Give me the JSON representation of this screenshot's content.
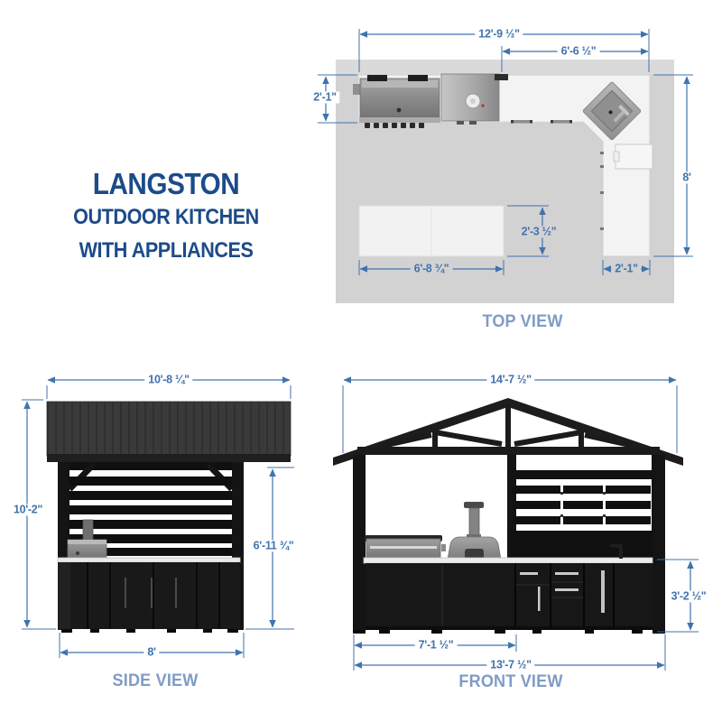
{
  "title": {
    "line1": "LANGSTON",
    "line2": "OUTDOOR KITCHEN",
    "line3": "WITH APPLIANCES"
  },
  "views": {
    "top": {
      "caption": "TOP VIEW",
      "dims": {
        "overall_width": "12'-9 ½\"",
        "right_section_width": "6'-6 ½\"",
        "counter_depth": "2'-1\"",
        "side_length": "8'",
        "island_depth": "2'-3 ½\"",
        "island_width": "6'-8 ¾\"",
        "rear_counter_width": "2'-1\""
      }
    },
    "side": {
      "caption": "SIDE VIEW",
      "dims": {
        "roof_width": "10'-8 ¼\"",
        "overall_height": "10'-2\"",
        "clearance_height": "6'-11 ¾\"",
        "base_width": "8'"
      }
    },
    "front": {
      "caption": "FRONT VIEW",
      "dims": {
        "roof_width": "14'-7 ½\"",
        "counter_height": "3'-2 ½\"",
        "left_run_width": "7'-1 ½\"",
        "base_width": "13'-7 ½\""
      }
    }
  },
  "colors": {
    "dimension_blue": "#4073ae",
    "title_navy": "#1c4b89",
    "caption_blue": "#7f9cc6",
    "pad_gray": "#d2d2d2",
    "structure_black": "#161616"
  }
}
